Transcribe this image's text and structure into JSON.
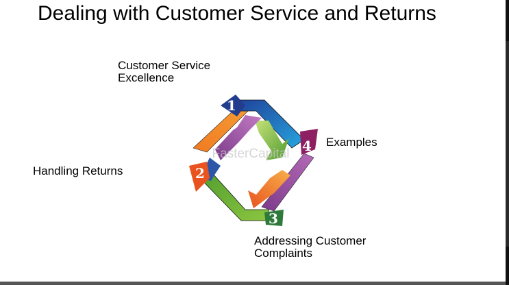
{
  "slide": {
    "title": "Dealing with Customer Service and Returns"
  },
  "steps": [
    {
      "number": "1",
      "label_lines": [
        "Customer Service",
        "Excellence"
      ]
    },
    {
      "number": "2",
      "label_lines": [
        "Handling Returns"
      ]
    },
    {
      "number": "3",
      "label_lines": [
        "Addressing Customer",
        "Complaints"
      ]
    },
    {
      "number": "4",
      "label_lines": [
        "Examples"
      ]
    }
  ],
  "watermark": "FasterCapital",
  "colors": {
    "blue": "#2a5caf",
    "orange": "#f08a2c",
    "green": "#5ea63c",
    "purple": "#9a4d94",
    "dark_blue": "#223d8e",
    "dark_green": "#2f7a3a",
    "magenta": "#8e1f62",
    "orange_red": "#e8531f"
  }
}
